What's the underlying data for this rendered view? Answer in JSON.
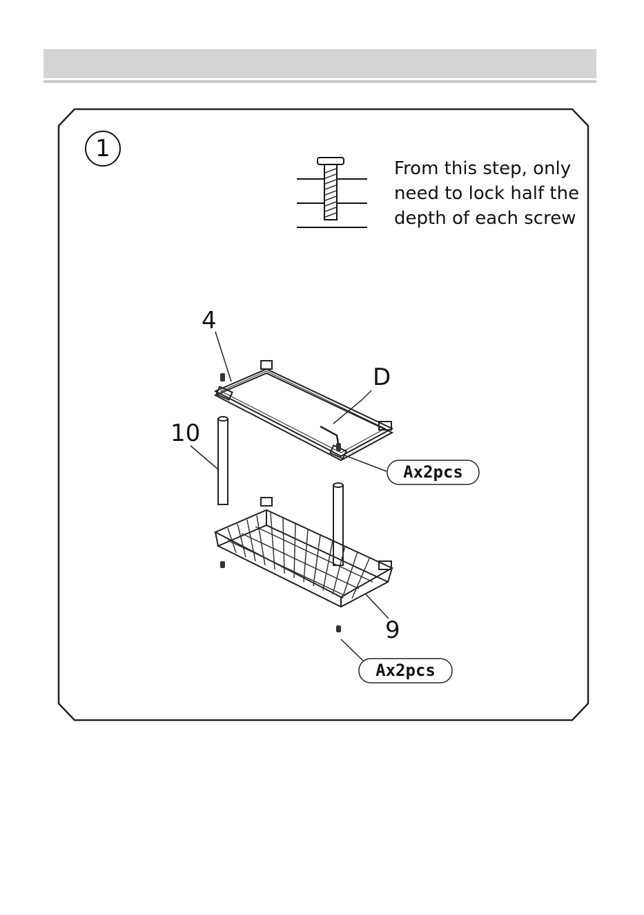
{
  "step": {
    "number": "1"
  },
  "note": {
    "lines": [
      "From this step, only",
      "need to lock half the",
      "depth of each screw"
    ]
  },
  "parts": {
    "shelf": "4",
    "allen_key": "D",
    "pole": "10",
    "basket": "9"
  },
  "callouts": {
    "top_screws": "Ax2pcs",
    "bottom_screws": "Ax2pcs"
  }
}
